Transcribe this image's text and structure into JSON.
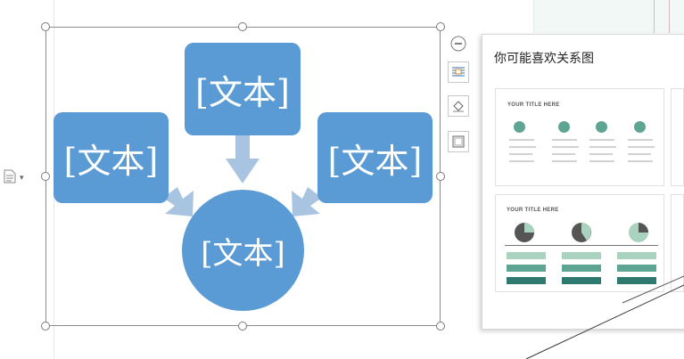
{
  "diagram": {
    "top_box": "[文本]",
    "left_box": "[文本]",
    "right_box": "[文本]",
    "center_circle": "[文本]"
  },
  "panel": {
    "title": "你可能喜欢关系图",
    "cards": [
      {
        "title": "YOUR TITLE HERE"
      },
      {
        "title": "YOUR TITLE HERE"
      }
    ]
  },
  "toolbar": {
    "icons": [
      "collapse-icon",
      "layout-options-icon",
      "fill-icon",
      "border-icon"
    ]
  },
  "colors": {
    "shape_fill": "#5b9bd5",
    "arrow_fill": "#a9c4e1",
    "panel_accent": "#5fa594"
  }
}
